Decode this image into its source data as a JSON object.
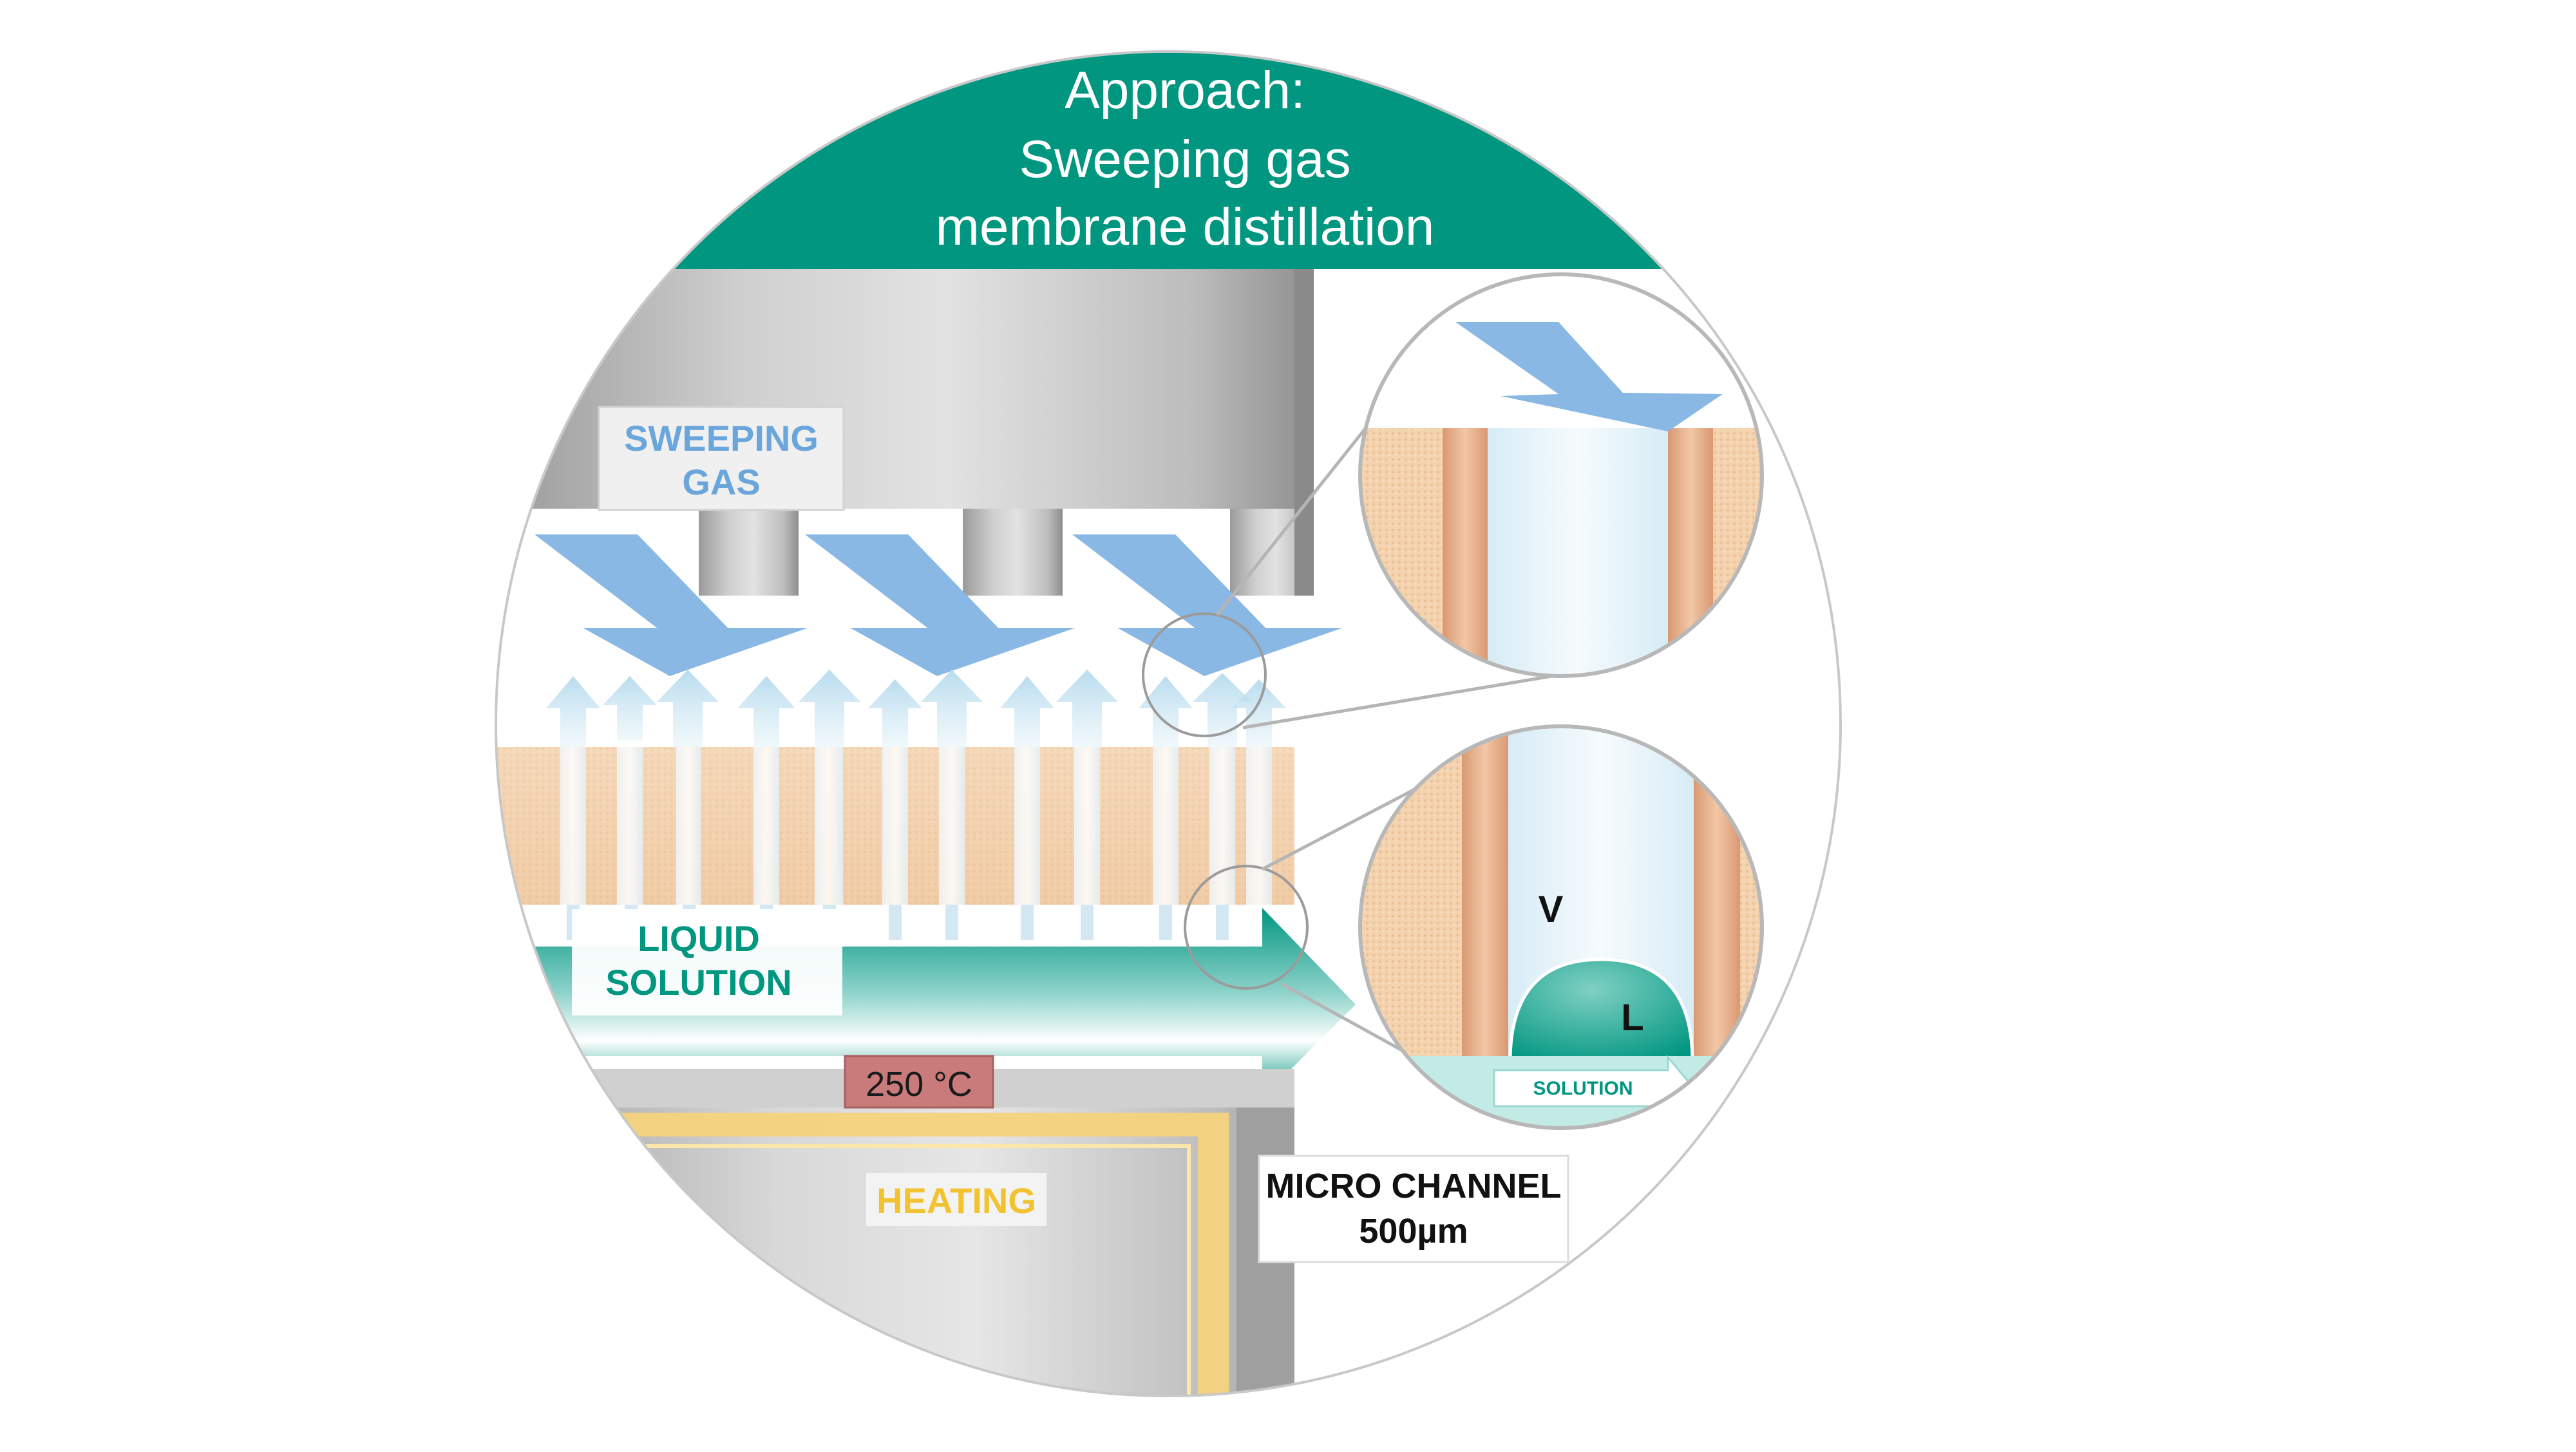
{
  "header": {
    "line1": "Approach:",
    "line2": "Sweeping gas",
    "line3": "membrane distillation"
  },
  "labels": {
    "sweeping_gas_1": "SWEEPING",
    "sweeping_gas_2": "GAS",
    "liquid_solution_1": "LIQUID",
    "liquid_solution_2": "SOLUTION",
    "temperature": "250 °C",
    "heating": "HEATING",
    "micro_channel_1": "MICRO CHANNEL",
    "micro_channel_2": "500µm"
  },
  "detail": {
    "vapor": "V",
    "liquid": "L",
    "solution": "SOLUTION"
  },
  "colors": {
    "brand_green": "#009680",
    "gas_blue": "#6aa6dc",
    "heating_yellow": "#f2c230",
    "temp_badge": "#c97b7b",
    "membrane": "#e8b48a"
  }
}
